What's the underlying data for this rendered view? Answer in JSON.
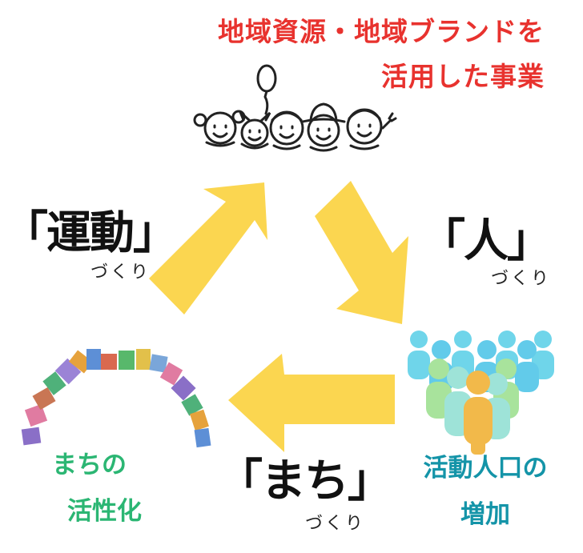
{
  "title": {
    "line1": "地域資源・地域ブランドを",
    "line2": "活用した事業"
  },
  "labels": {
    "undo": "「運動」",
    "undo_sub": "づくり",
    "hito": "「人」",
    "hito_sub": "づくり",
    "machi": "「まち」",
    "machi_sub": "づくり"
  },
  "outcomes": {
    "left_line1": "まちの",
    "left_line2": "活性化",
    "right_line1": "活動人口の",
    "right_line2": "増加"
  },
  "colors": {
    "title": "#e8322e",
    "arrow": "#fbd650",
    "left_text": "#2bb673",
    "right_text": "#1494a8"
  },
  "icons": [
    "children-illustration",
    "people-crowd-icon",
    "townscape-arc-icon",
    "arrow-up-right",
    "arrow-down-right",
    "arrow-left"
  ]
}
